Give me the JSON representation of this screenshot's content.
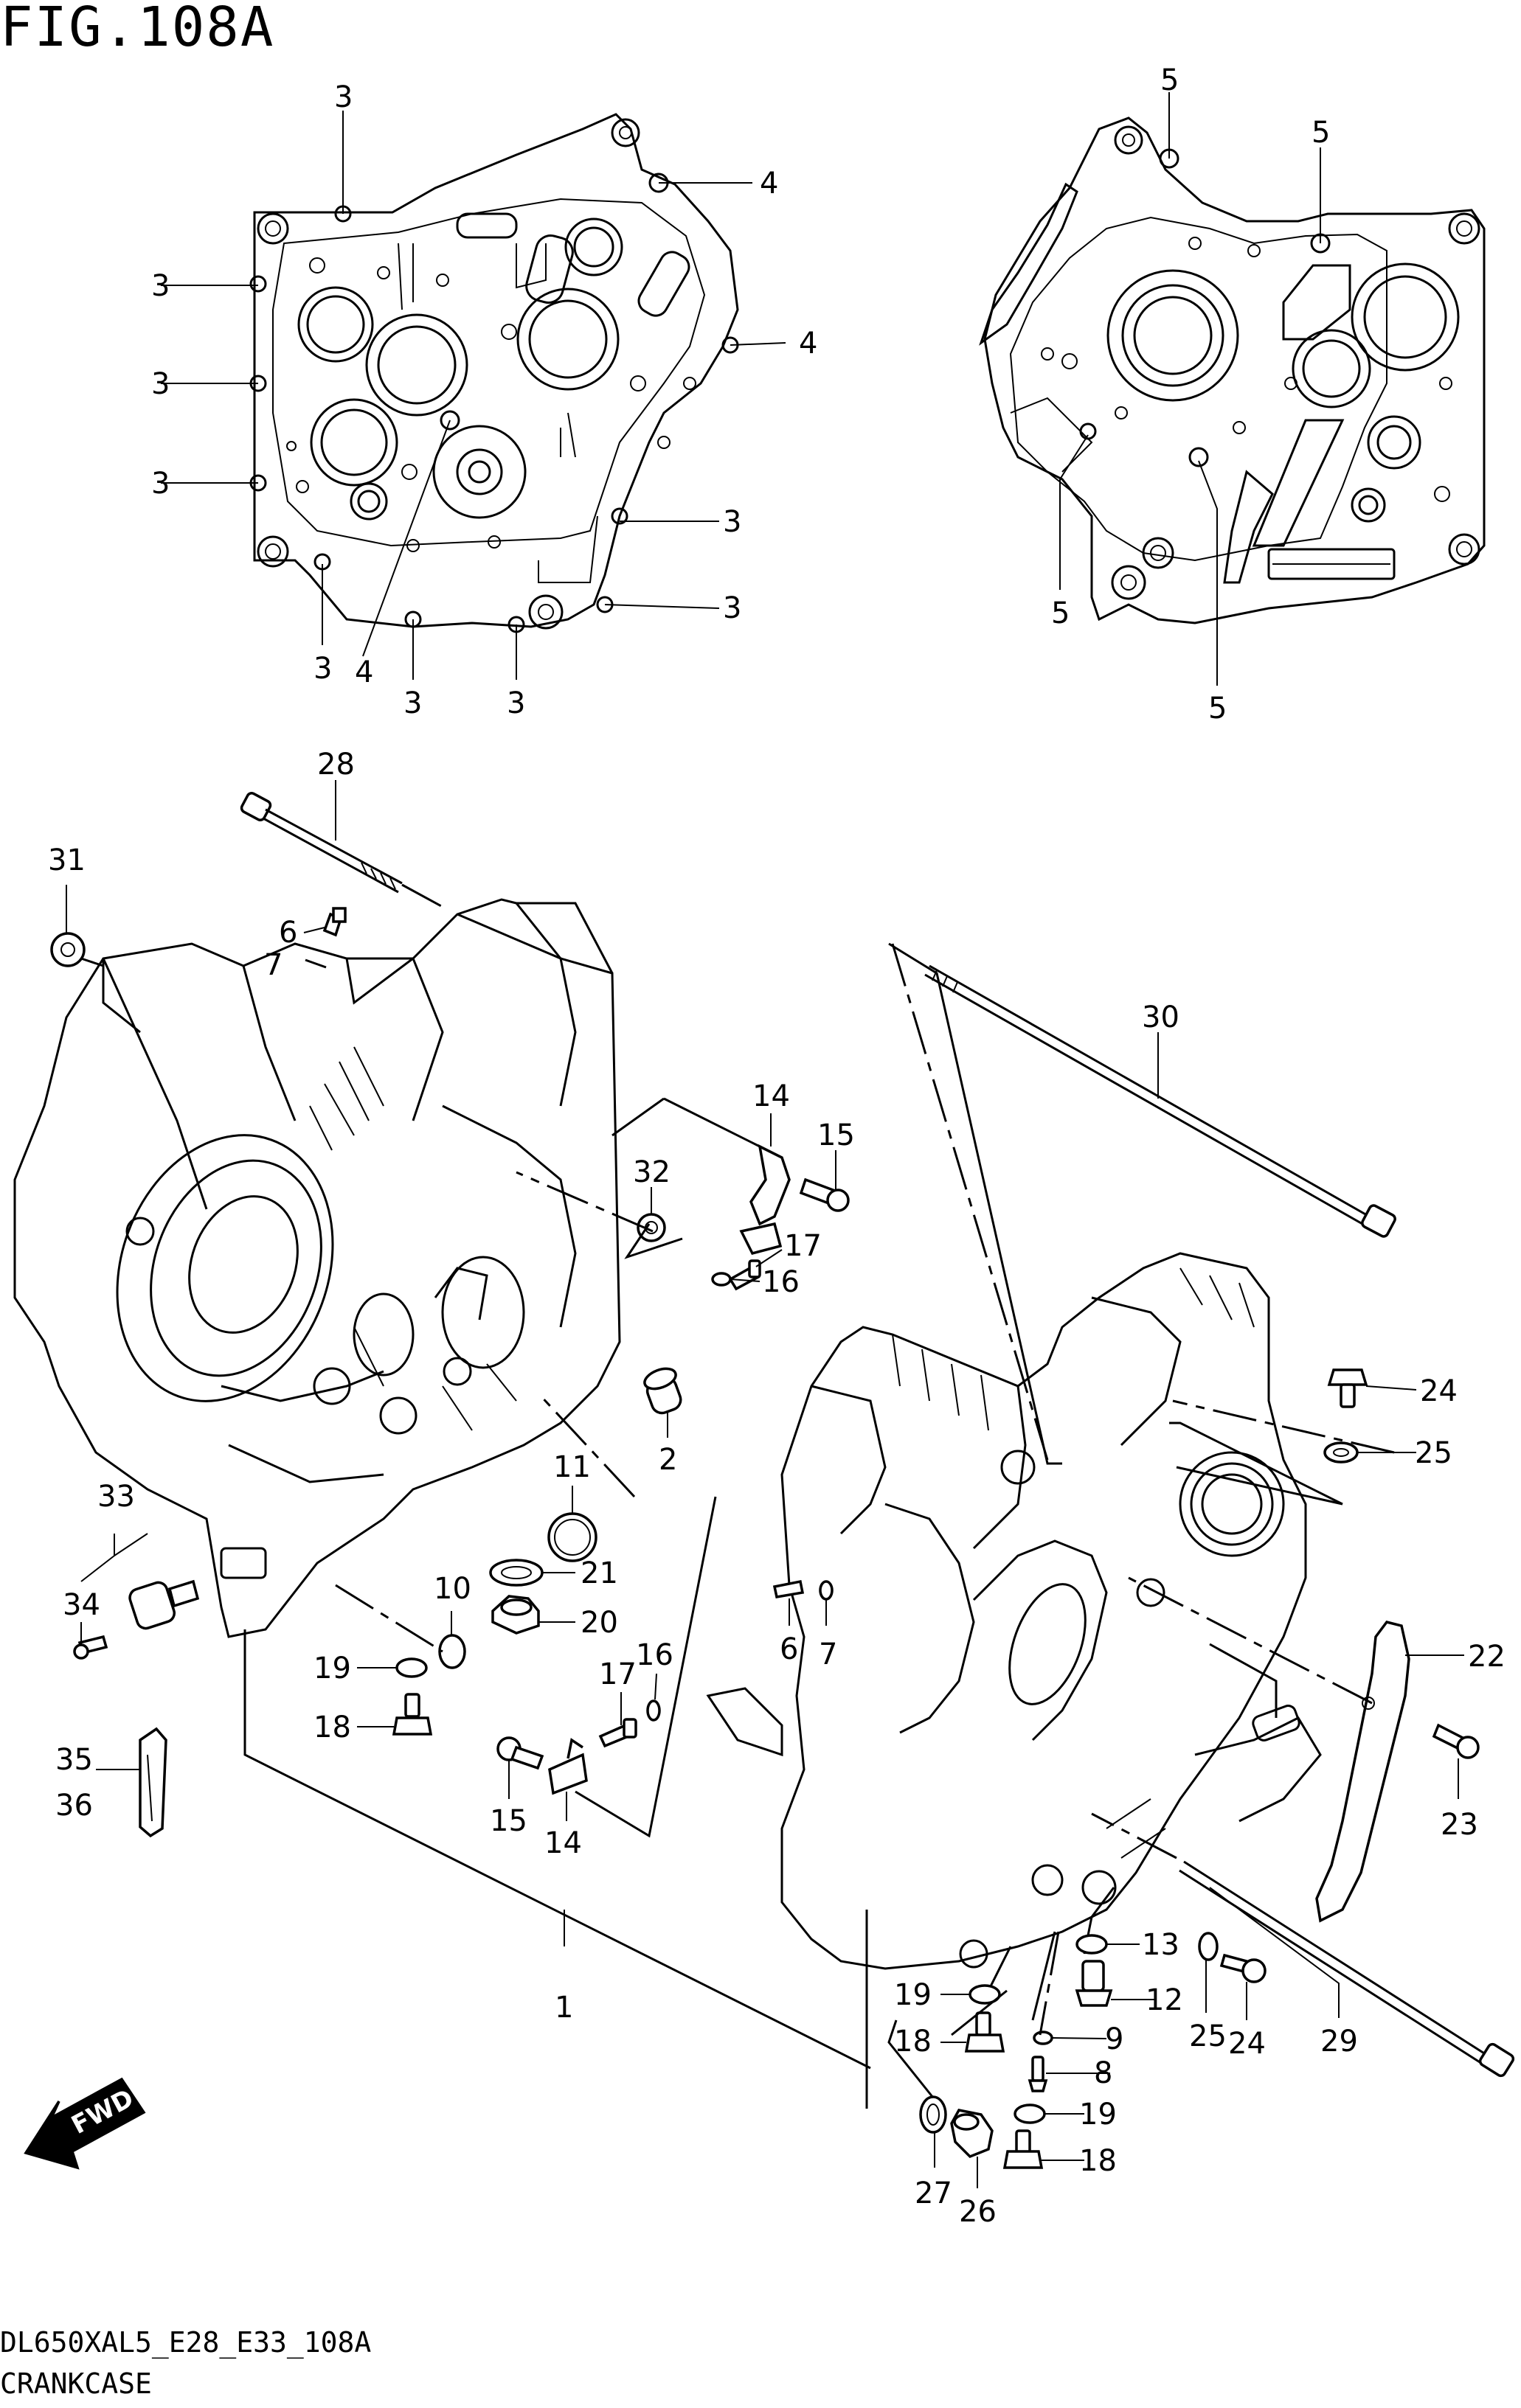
{
  "figure": {
    "title": "FIG.108A",
    "model_code": "DL650XAL5_E28_E33_108A",
    "section": "CRANKCASE",
    "fwd_label": "FWD"
  },
  "callouts": {
    "c1": "3",
    "c2": "4",
    "c3": "3",
    "c4": "3",
    "c5": "3",
    "c6": "3",
    "c7": "4",
    "c8": "3",
    "c9": "3",
    "c10": "3",
    "c11": "4",
    "c12": "3",
    "c13": "5",
    "c14": "5",
    "c15": "5",
    "c16": "5",
    "c17": "28",
    "c18": "31",
    "c19": "6",
    "c20": "7",
    "c21": "30",
    "c22": "14",
    "c23": "15",
    "c24": "32",
    "c25": "17",
    "c26": "16",
    "c27": "2",
    "c28": "11",
    "c29": "21",
    "c30": "20",
    "c31": "10",
    "c32": "33",
    "c33": "34",
    "c34": "19",
    "c35": "18",
    "c36": "17",
    "c37": "16",
    "c38": "15",
    "c39": "14",
    "c40": "35",
    "c41": "36",
    "c42": "6",
    "c43": "7",
    "c44": "1",
    "c45": "24",
    "c46": "25",
    "c47": "22",
    "c48": "23",
    "c49": "13",
    "c50": "19",
    "c51": "12",
    "c52": "18",
    "c53": "9",
    "c54": "8",
    "c55": "19",
    "c56": "18",
    "c57": "27",
    "c58": "26",
    "c59": "25",
    "c60": "24",
    "c61": "29"
  }
}
